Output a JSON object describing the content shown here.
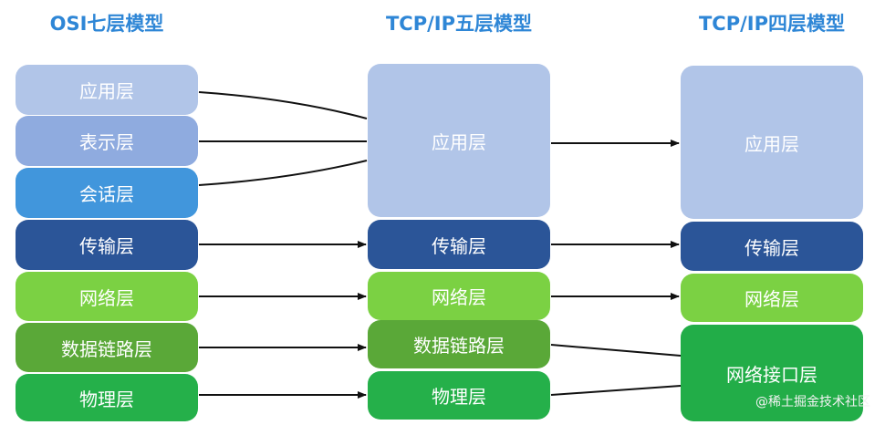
{
  "columns": {
    "osi": {
      "title": "OSI七层模型",
      "layers": [
        "应用层",
        "表示层",
        "会话层",
        "传输层",
        "网络层",
        "数据链路层",
        "物理层"
      ]
    },
    "tcp5": {
      "title": "TCP/IP五层模型",
      "layers": [
        "应用层",
        "传输层",
        "网络层",
        "数据链路层",
        "物理层"
      ]
    },
    "tcp4": {
      "title": "TCP/IP四层模型",
      "layers": [
        "应用层",
        "传输层",
        "网络层",
        "网络接口层"
      ]
    }
  },
  "colors": {
    "title": "#2e86d6",
    "application": "#b1c5e8",
    "presentation": "#8fabdf",
    "session": "#4196dc",
    "transport": "#2b5598",
    "network": "#7bd143",
    "data_link": "#5aa838",
    "physical": "#25b04a",
    "network_interface": "#22ad48",
    "arrow": "#111111"
  },
  "watermark": "@稀土掘金技术社区"
}
